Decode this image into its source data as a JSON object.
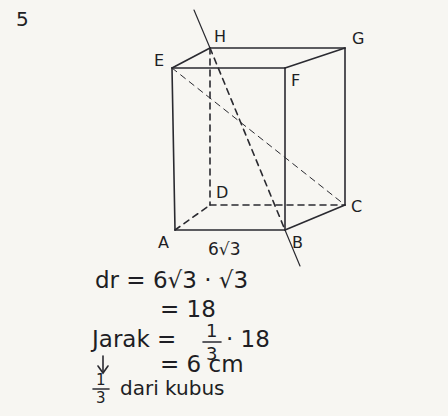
{
  "diagram": {
    "labels": [
      "5",
      "H",
      "G",
      "E",
      "F",
      "D",
      "C",
      "A",
      "B",
      "6√3",
      "dr = 6√3 · √3",
      "= 18",
      "Jarak =",
      "1",
      "3",
      "· 18",
      "= 6 cm",
      "1",
      "3",
      "dari kubus"
    ]
  }
}
